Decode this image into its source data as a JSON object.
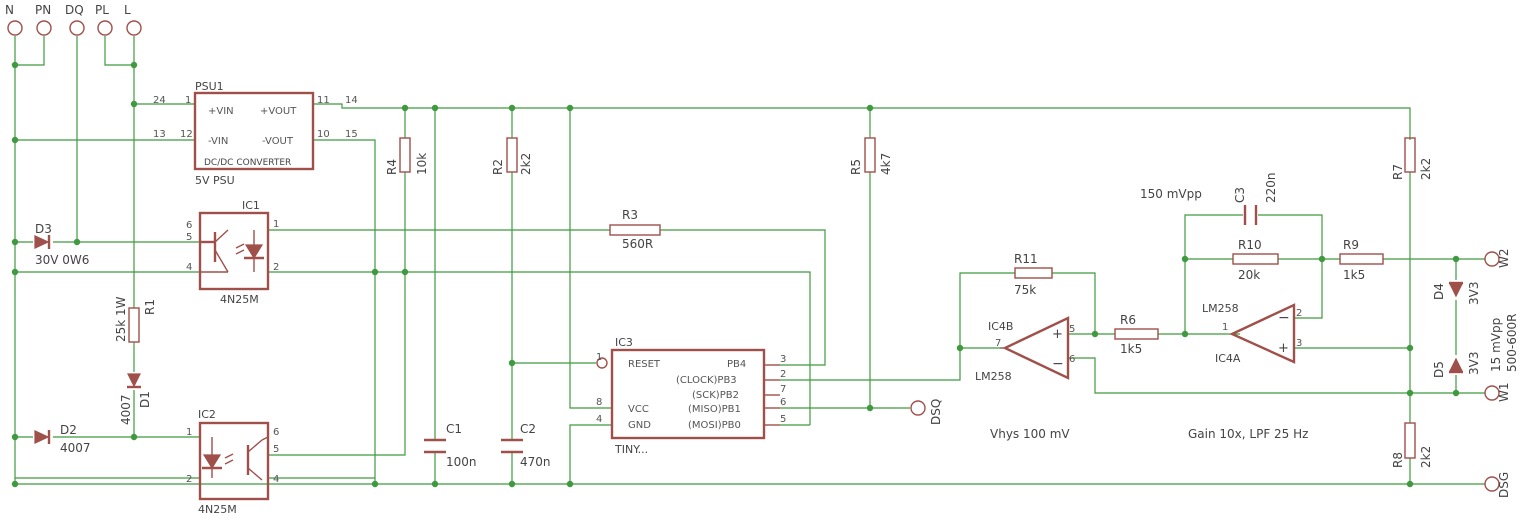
{
  "connectors": {
    "N": "N",
    "PN": "PN",
    "DQ": "DQ",
    "PL": "PL",
    "L": "L",
    "W2": "W2",
    "W1": "W1",
    "DSG": "DSG",
    "DSQ": "DSQ"
  },
  "psu": {
    "name": "PSU1",
    "value": "5V PSU",
    "vin_p": "+VIN",
    "vin_n": "-VIN",
    "vout_p": "+VOUT",
    "vout_n": "-VOUT",
    "body": "DC/DC CONVERTER",
    "pin1": "1",
    "pin12": "12",
    "pin11": "11",
    "pin10": "10",
    "net24": "24",
    "net13": "13",
    "net14": "14",
    "net15": "15"
  },
  "ic1": {
    "name": "IC1",
    "value": "4N25M",
    "p6": "6",
    "p5": "5",
    "p4": "4",
    "p1": "1",
    "p2": "2"
  },
  "ic2": {
    "name": "IC2",
    "value": "4N25M",
    "p1": "1",
    "p2": "2",
    "p6": "6",
    "p5": "5",
    "p4": "4"
  },
  "ic3": {
    "name": "IC3",
    "value": "TINY...",
    "reset": "RESET",
    "vcc": "VCC",
    "gnd": "GND",
    "pb4": "PB4",
    "pb3": "(CLOCK)PB3",
    "pb2": "(SCK)PB2",
    "pb1": "(MISO)PB1",
    "pb0": "(MOSI)PB0",
    "p1": "1",
    "p8": "8",
    "p4": "4",
    "p3": "3",
    "p2": "2",
    "p7": "7",
    "p6": "6",
    "p5": "5"
  },
  "ic4a": {
    "name": "IC4A",
    "value": "LM258",
    "p1": "1",
    "p2": "2",
    "p3": "3"
  },
  "ic4b": {
    "name": "IC4B",
    "value": "LM258",
    "p5": "5",
    "p6": "6",
    "p7": "7"
  },
  "diodes": {
    "d1": {
      "name": "D1",
      "value": "4007"
    },
    "d2": {
      "name": "D2",
      "value": "4007"
    },
    "d3": {
      "name": "D3",
      "value": "30V 0W6"
    },
    "d4": {
      "name": "D4",
      "value": "3V3"
    },
    "d5": {
      "name": "D5",
      "value": "3V3"
    }
  },
  "resistors": {
    "r1": {
      "name": "R1",
      "value": "25k 1W"
    },
    "r2": {
      "name": "R2",
      "value": "2k2"
    },
    "r3": {
      "name": "R3",
      "value": "560R"
    },
    "r4": {
      "name": "R4",
      "value": "10k"
    },
    "r5": {
      "name": "R5",
      "value": "4k7"
    },
    "r6": {
      "name": "R6",
      "value": "1k5"
    },
    "r7": {
      "name": "R7",
      "value": "2k2"
    },
    "r8": {
      "name": "R8",
      "value": "2k2"
    },
    "r9": {
      "name": "R9",
      "value": "1k5"
    },
    "r10": {
      "name": "R10",
      "value": "20k"
    },
    "r11": {
      "name": "R11",
      "value": "75k"
    }
  },
  "capacitors": {
    "c1": {
      "name": "C1",
      "value": "100n"
    },
    "c2": {
      "name": "C2",
      "value": "470n"
    },
    "c3": {
      "name": "C3",
      "value": "220n"
    }
  },
  "notes": {
    "vpp150": "150 mVpp",
    "vpp15": "15 mVpp",
    "impedance": "500-600R",
    "vhys": "Vhys 100 mV",
    "gain": "Gain 10x, LPF 25 Hz"
  }
}
